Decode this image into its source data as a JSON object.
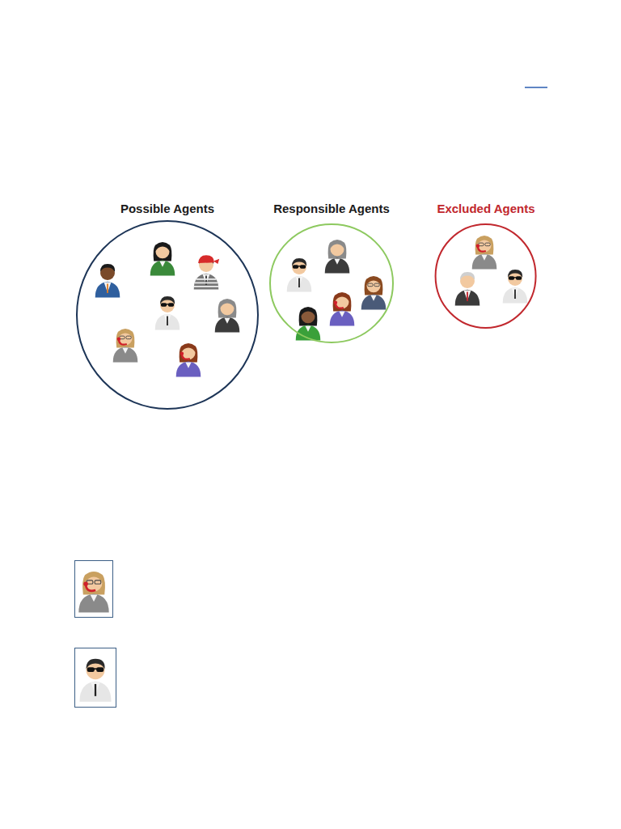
{
  "diagram": {
    "nodes": [
      {
        "text": [
          "Possible Agents"
        ]
      },
      {
        "text": [
          "Responsible Agents"
        ]
      },
      {
        "text": [
          "Excluded Agents"
        ]
      }
    ]
  }
}
